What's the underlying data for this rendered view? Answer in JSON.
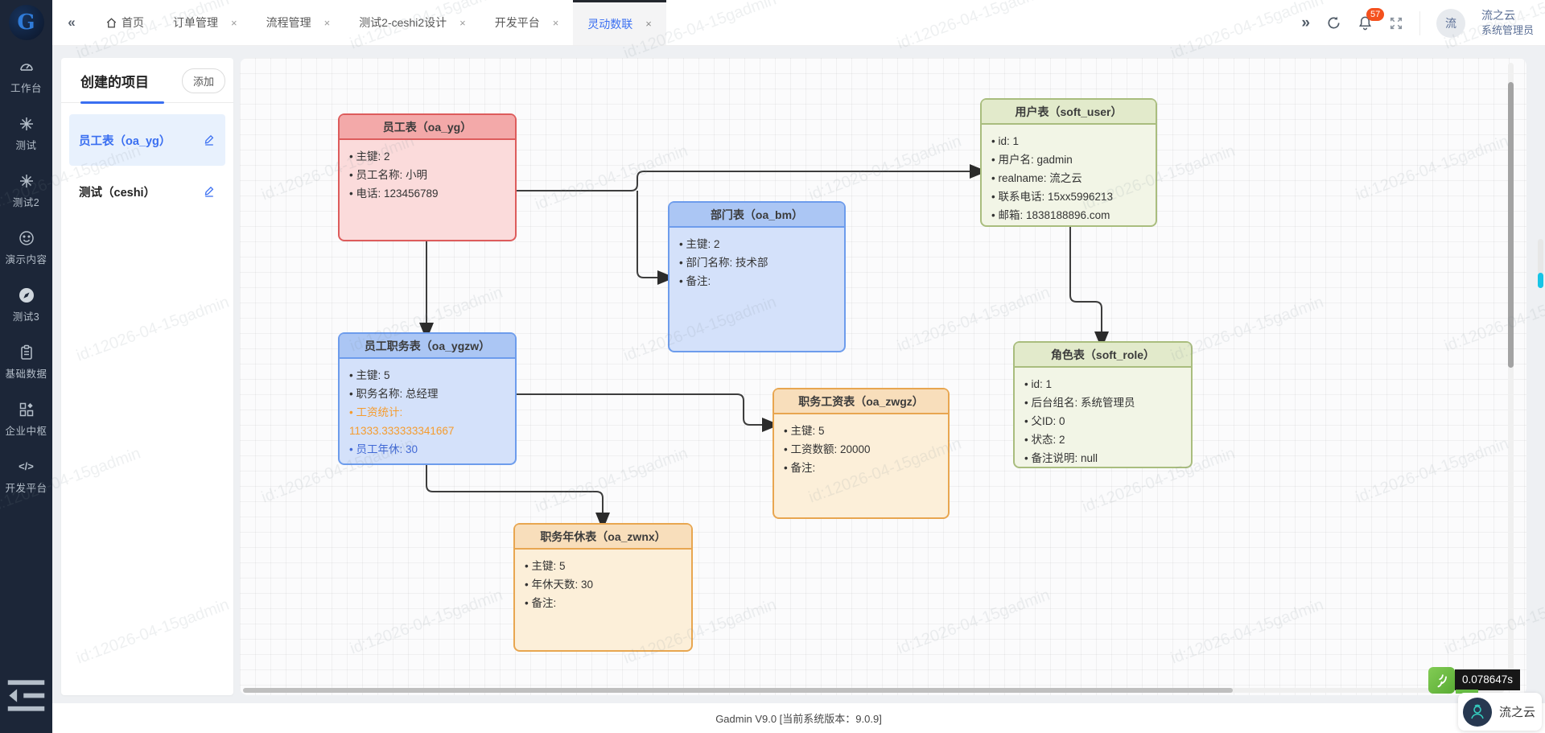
{
  "colors": {
    "accent": "#3a6ff1",
    "sidebar-bg": "#1c2638",
    "badge-bg": "#f4511e",
    "connector": "#3d3d3d",
    "orange-text": "#f59c2f",
    "blue-text": "#4169d6",
    "red-border": "#dd5c5c",
    "blue-border": "#6d9cec",
    "green-border": "#a9bd7e",
    "orange-border": "#e8a650"
  },
  "topbar": {
    "collapse_glyph": "«",
    "expand_glyph": "»",
    "close_glyph": "×",
    "tabs": [
      {
        "label": "首页"
      },
      {
        "label": "订单管理"
      },
      {
        "label": "流程管理"
      },
      {
        "label": "测试2-ceshi2设计"
      },
      {
        "label": "开发平台"
      },
      {
        "label": "灵动数联"
      }
    ],
    "notification_count": "57",
    "user_initial": "流",
    "user_name": "流之云",
    "user_role": "系统管理员"
  },
  "sidebar": {
    "items": [
      {
        "label": "工作台"
      },
      {
        "label": "测试"
      },
      {
        "label": "测试2"
      },
      {
        "label": "演示内容"
      },
      {
        "label": "测试3"
      },
      {
        "label": "基础数据"
      },
      {
        "label": "企业中枢"
      },
      {
        "label": "开发平台"
      }
    ],
    "code_icon_text": "</>"
  },
  "panel": {
    "title": "创建的项目",
    "add_label": "添加",
    "projects": [
      {
        "name": "员工表（oa_yg）"
      },
      {
        "name": "测试（ceshi）"
      }
    ]
  },
  "entities": [
    {
      "title": "员工表（oa_yg）",
      "fields": [
        "主键: 2",
        "员工名称: 小明",
        "电话: 123456789"
      ]
    },
    {
      "title": "部门表（oa_bm）",
      "fields": [
        "主键: 2",
        "部门名称: 技术部",
        "备注:"
      ]
    },
    {
      "title": "用户表（soft_user）",
      "fields": [
        "id: 1",
        "用户名: gadmin",
        "realname: 流之云",
        "联系电话: 15xx5996213",
        "邮箱: 1838188896.com"
      ]
    },
    {
      "title": "员工职务表（oa_ygzw）",
      "fields": [
        "主键: 5",
        "职务名称: 总经理",
        "工资统计:",
        "11333.333333341667",
        "员工年休: 30"
      ]
    },
    {
      "title": "职务工资表（oa_zwgz）",
      "fields": [
        "主键: 5",
        "工资数额: 20000",
        "备注:"
      ]
    },
    {
      "title": "角色表（soft_role）",
      "fields": [
        "id: 1",
        "后台组名: 系统管理员",
        "父ID: 0",
        "状态: 2",
        "备注说明: null"
      ]
    },
    {
      "title": "职务年休表（oa_zwnx）",
      "fields": [
        "主键: 5",
        "年休天数: 30",
        "备注:"
      ]
    }
  ],
  "footer": {
    "version": "Gadmin V9.0 [当前系统版本：9.0.9]"
  },
  "floaters": {
    "timer": "0.078647s",
    "chip_name": "流之云"
  },
  "watermark": "id:12026-04-15gadmin"
}
